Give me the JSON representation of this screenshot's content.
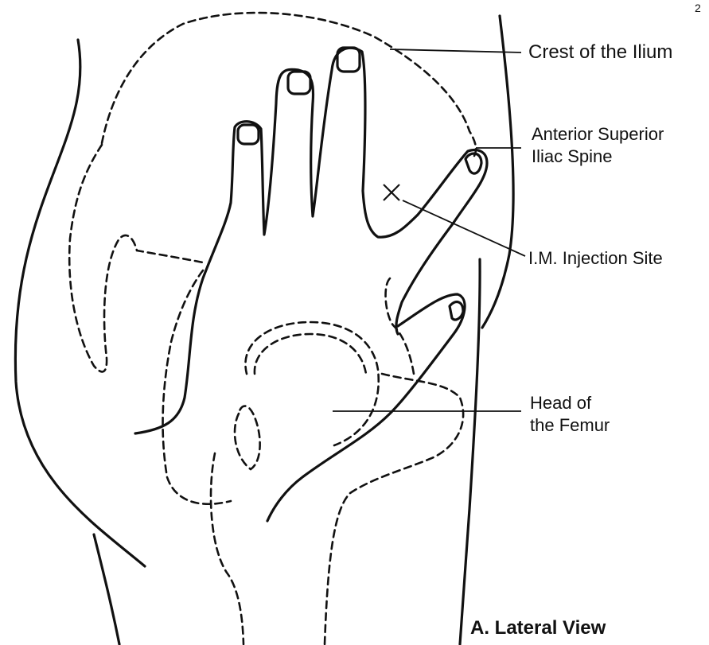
{
  "page_number": "2",
  "labels": {
    "crest": "Crest of the Ilium",
    "anterior_line1": "Anterior Superior",
    "anterior_line2": "Iliac Spine",
    "injection_site": "I.M. Injection Site",
    "femur_line1": "Head of",
    "femur_line2": "the Femur",
    "view_caption": "A. Lateral View"
  },
  "marker": "X"
}
